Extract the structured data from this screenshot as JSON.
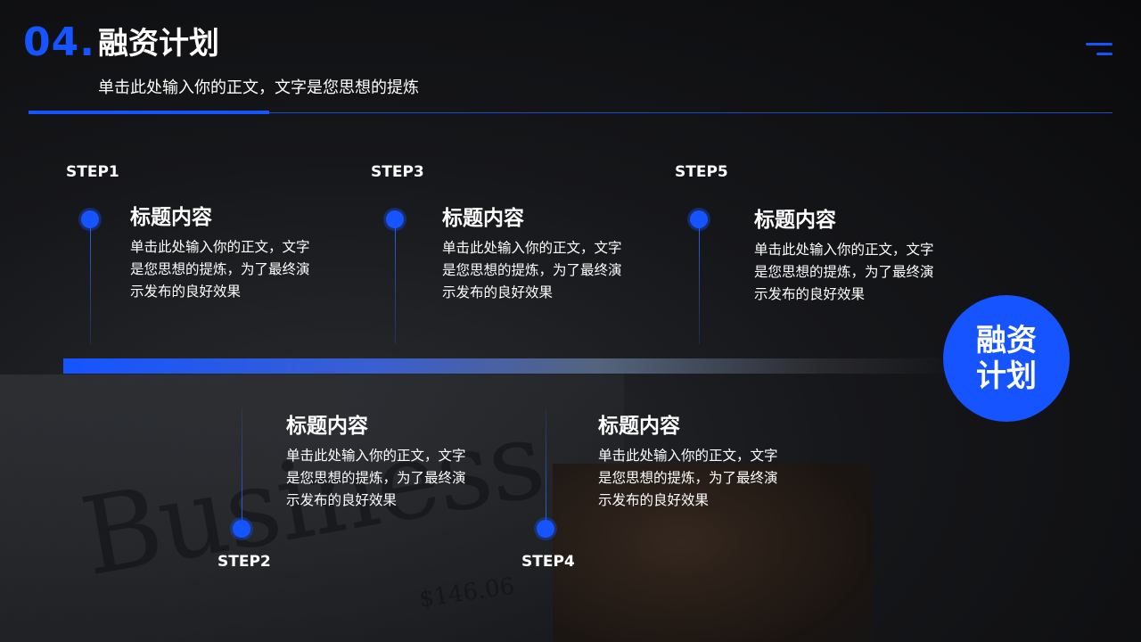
{
  "header": {
    "number": "04.",
    "title": "融资计划",
    "subtitle": "单击此处输入你的正文，文字是您思想的提炼"
  },
  "background": {
    "word": "Business",
    "price": "$146.06"
  },
  "center_badge": {
    "text": "融资计划"
  },
  "steps": [
    {
      "label": "STEP1",
      "title": "标题内容",
      "text": "单击此处输入你的正文，文字是您思想的提炼，为了最终演示发布的良好效果"
    },
    {
      "label": "STEP2",
      "title": "标题内容",
      "text": "单击此处输入你的正文，文字是您思想的提炼，为了最终演示发布的良好效果"
    },
    {
      "label": "STEP3",
      "title": "标题内容",
      "text": "单击此处输入你的正文，文字是您思想的提炼，为了最终演示发布的良好效果"
    },
    {
      "label": "STEP4",
      "title": "标题内容",
      "text": "单击此处输入你的正文，文字是您思想的提炼，为了最终演示发布的良好效果"
    },
    {
      "label": "STEP5",
      "title": "标题内容",
      "text": "单击此处输入你的正文，文字是您思想的提炼，为了最终演示发布的良好效果"
    }
  ],
  "colors": {
    "accent": "#1554ff",
    "text": "#ffffff",
    "background": "#121316"
  }
}
